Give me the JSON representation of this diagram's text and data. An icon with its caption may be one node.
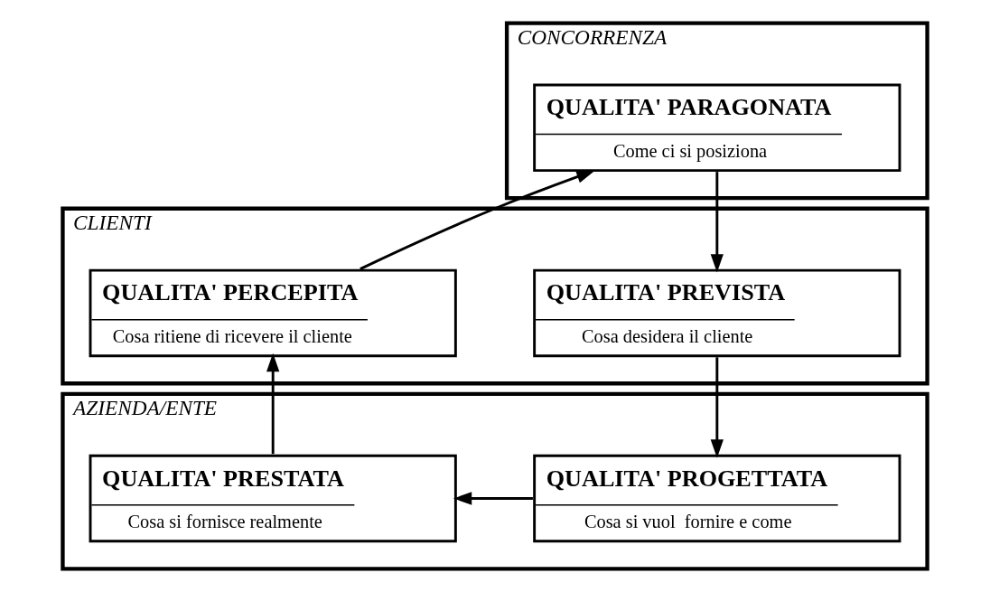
{
  "diagram": {
    "nodes": [
      {
        "text": [
          "CONCORRENZA"
        ]
      },
      {
        "text": [
          "QUALITA' PARAGONATA",
          "Come ci si posiziona"
        ],
        "in": 0
      },
      {
        "text": [
          "CLIENTI"
        ]
      },
      {
        "text": [
          "QUALITA' PREVISTA",
          "Cosa desidera il cliente"
        ],
        "in": 2
      },
      {
        "text": [
          "QUALITA' PERCEPITA",
          "Cosa ritiene di ricevere il cliente"
        ],
        "in": 2
      },
      {
        "text": [
          "AZIENDA/ENTE"
        ]
      },
      {
        "text": [
          "QUALITA' PROGETTATA",
          "Cosa si vuol  fornire e come"
        ],
        "in": 5
      },
      {
        "text": [
          "QUALITA' PRESTATA",
          "Cosa si fornisce realmente"
        ],
        "in": 5
      }
    ],
    "edges": [
      {
        "from": 1,
        "to": 3,
        "arrow": "to"
      },
      {
        "from": 3,
        "to": 6,
        "arrow": "to"
      },
      {
        "from": 6,
        "to": 7,
        "arrow": "to"
      },
      {
        "from": 7,
        "to": 4,
        "arrow": "to"
      },
      {
        "from": 4,
        "to": 1,
        "arrow": "to"
      }
    ]
  }
}
